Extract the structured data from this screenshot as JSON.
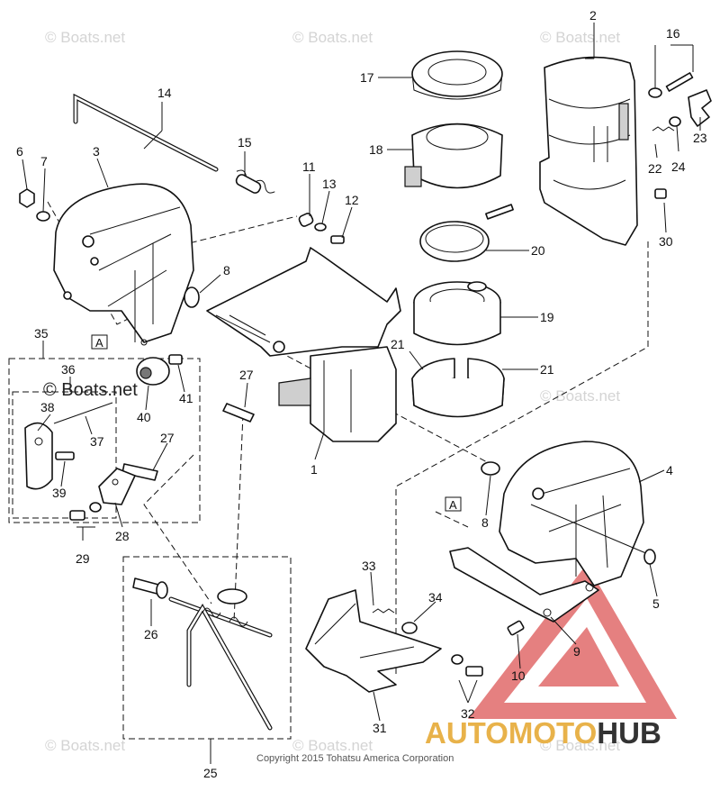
{
  "watermark": "© Boats.net",
  "copyright": "Copyright 2015 Tohatsu America Corporation",
  "brand": {
    "part1": "AUTOMOTO",
    "part2": "HUB",
    "color1": "#e8b24a",
    "color2": "#333333",
    "triangle_color": "#e06a6a"
  },
  "callouts": [
    "1",
    "2",
    "3",
    "4",
    "5",
    "6",
    "7",
    "8",
    "9",
    "10",
    "11",
    "12",
    "13",
    "14",
    "15",
    "16",
    "17",
    "18",
    "19",
    "20",
    "21",
    "22",
    "23",
    "24",
    "25",
    "26",
    "27",
    "28",
    "29",
    "30",
    "31",
    "32",
    "33",
    "34",
    "35",
    "36",
    "37",
    "38",
    "39",
    "40",
    "41"
  ],
  "ref_label": "A"
}
